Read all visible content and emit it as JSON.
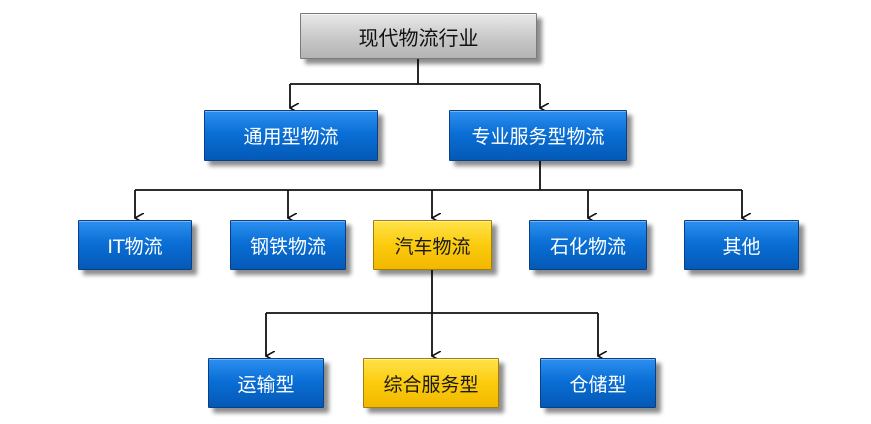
{
  "nodes": {
    "root": "现代物流行业",
    "general": "通用型物流",
    "specialized": "专业服务型物流",
    "it": "IT物流",
    "steel": "钢铁物流",
    "auto": "汽车物流",
    "petro": "石化物流",
    "other": "其他",
    "transport": "运输型",
    "integrated": "综合服务型",
    "warehouse": "仓储型"
  },
  "colors": {
    "blue": "#0a6fd6",
    "highlight_yellow": "#fccb0c",
    "root_gray": "#c8c8c8",
    "connector": "#111111"
  }
}
